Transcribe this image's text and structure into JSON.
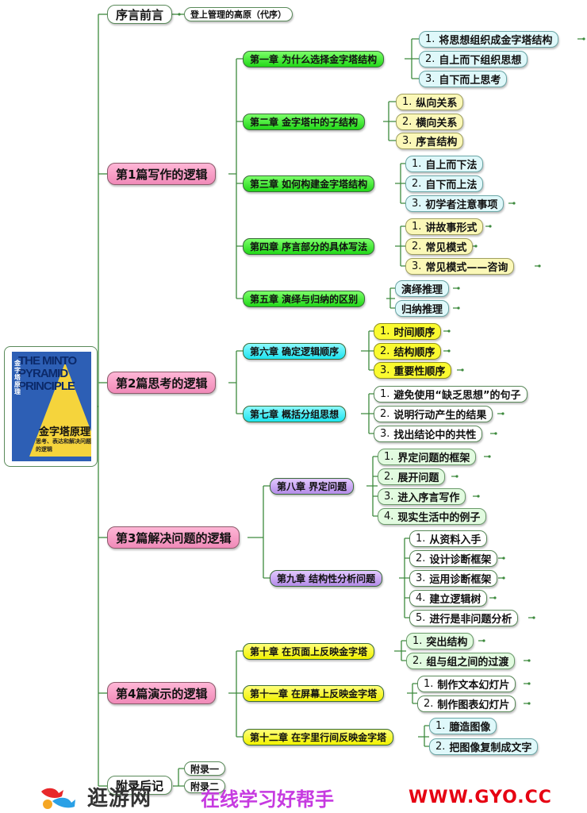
{
  "preface": {
    "label": "序言前言",
    "child": "登上管理的高原（代序）"
  },
  "book": {
    "title_en": "THE MINTO PYRAMID PRINCIPLE",
    "title_cn": "金字塔原理",
    "subtitle": "思考、表达和解决问题的逻辑",
    "spine": "金字塔原理"
  },
  "parts": [
    {
      "label": "第1篇写作的逻辑",
      "chapters": [
        {
          "label": "第一章 为什么选择金字塔结构",
          "color": "green",
          "items": [
            "1.|将思想组织成金字塔结构",
            "2.|自上而下组织思想",
            "3.|自下而上思考"
          ]
        },
        {
          "label": "第二章 金字塔中的子结构",
          "color": "green",
          "items": [
            "1.|纵向关系",
            "2.|横向关系",
            "3.|序言结构"
          ]
        },
        {
          "label": "第三章 如何构建金字塔结构",
          "color": "green",
          "items": [
            "1.|自上而下法",
            "2.|自下而上法",
            "3.|初学者注意事项"
          ]
        },
        {
          "label": "第四章 序言部分的具体写法",
          "color": "green",
          "items": [
            "1.|讲故事形式",
            "2.|常见模式",
            "3.|常见模式——咨询"
          ]
        },
        {
          "label": "第五章 演绎与归纳的区别",
          "color": "green",
          "items": [
            "演绎推理",
            "归纳推理"
          ]
        }
      ]
    },
    {
      "label": "第2篇思考的逻辑",
      "chapters": [
        {
          "label": "第六章 确定逻辑顺序",
          "color": "cyan",
          "items": [
            "1.|时间顺序",
            "2.|结构顺序",
            "3.|重要性顺序"
          ]
        },
        {
          "label": "第七章 概括分组思想",
          "color": "cyan",
          "items": [
            "1.|避免使用“缺乏思想”的句子",
            "2.|说明行动产生的结果",
            "3.|找出结论中的共性"
          ]
        }
      ]
    },
    {
      "label": "第3篇解决问题的逻辑",
      "chapters": [
        {
          "label": "第八章 界定问题",
          "color": "purple",
          "items": [
            "1.|界定问题的框架",
            "2.|展开问题",
            "3.|进入序言写作",
            "4.|现实生活中的例子"
          ]
        },
        {
          "label": "第九章 结构性分析问题",
          "color": "purple",
          "items": [
            "1.|从资料入手",
            "2.|设计诊断框架",
            "3.|运用诊断框架",
            "4.|建立逻辑树",
            "5.|进行是非问题分析"
          ]
        }
      ]
    },
    {
      "label": "第4篇演示的逻辑",
      "chapters": [
        {
          "label": "第十章 在页面上反映金字塔",
          "color": "yellow",
          "items": [
            "1.|突出结构",
            "2.|组与组之间的过渡"
          ]
        },
        {
          "label": "第十一章 在屏幕上反映金字塔",
          "color": "yellow",
          "items": [
            "1.|制作文本幻灯片",
            "2.|制作图表幻灯片"
          ]
        },
        {
          "label": "第十二章 在字里行间反映金字塔",
          "color": "yellow",
          "items": [
            "1.|臆造图像",
            "2.|把图像复制成文字"
          ]
        }
      ]
    },
    {
      "label": "附录后记",
      "chapters": [],
      "appendix": [
        "附录一",
        "附录二"
      ]
    }
  ],
  "footer": {
    "site": "逛游网",
    "slogan": "在线学习好帮手",
    "url": "WWW.GYO.CC"
  },
  "colors": {
    "line": "#3d8a3d",
    "part": "#f08ab8",
    "ch_green": "#22d818",
    "ch_cyan": "#1ee4f0",
    "ch_purple": "#b48ce8",
    "ch_yellow": "#f2f200",
    "url": "#e60012",
    "slogan": "#c63ae0"
  }
}
